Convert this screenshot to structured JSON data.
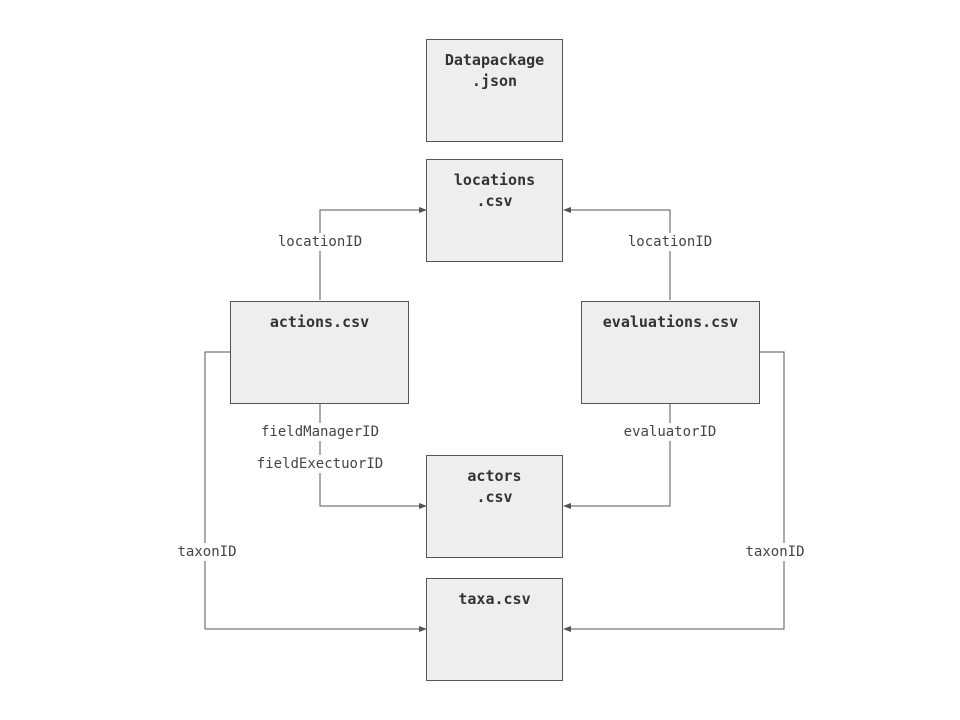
{
  "nodes": {
    "datapackage": {
      "line1": "Datapackage",
      "line2": ".json"
    },
    "locations": {
      "line1": "locations",
      "line2": ".csv"
    },
    "actions": {
      "line1": "actions.csv"
    },
    "evaluations": {
      "line1": "evaluations.csv"
    },
    "actors": {
      "line1": "actors",
      "line2": ".csv"
    },
    "taxa": {
      "line1": "taxa.csv"
    }
  },
  "edges": {
    "actions_locations": "locationID",
    "evaluations_locations": "locationID",
    "actions_actors_manager": "fieldManagerID",
    "actions_actors_executor": "fieldExectuorID",
    "evaluations_actors": "evaluatorID",
    "actions_taxa": "taxonID",
    "evaluations_taxa": "taxonID"
  },
  "colors": {
    "box_fill": "#eeeeee",
    "stroke": "#555555",
    "text": "#333333"
  }
}
